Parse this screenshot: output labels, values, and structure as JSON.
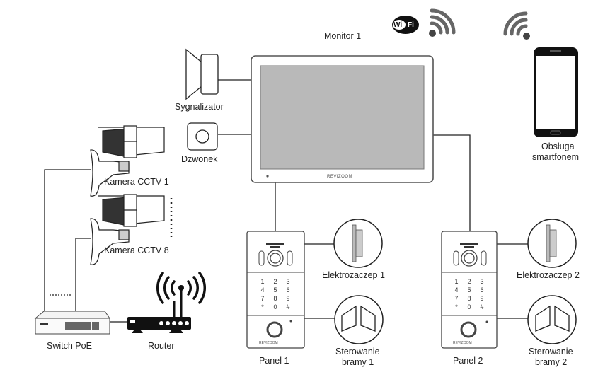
{
  "labels": {
    "monitor": "Monitor 1",
    "monitor_brand": "REVIZOOM",
    "sygnalizator": "Sygnalizator",
    "dzwonek": "Dzwonek",
    "camera1": "Kamera CCTV 1",
    "camera8": "Kamera CCTV 8",
    "switch": "Switch PoE",
    "router": "Router",
    "panel1": "Panel 1",
    "panel2": "Panel 2",
    "elektrozaczep1": "Elektrozaczep 1",
    "elektrozaczep2": "Elektrozaczep 2",
    "brama1_line1": "Sterowanie",
    "brama1_line2": "bramy 1",
    "brama2_line1": "Sterowanie",
    "brama2_line2": "bramy 2",
    "smartphone_line1": "Obsługa",
    "smartphone_line2": "smartfonem",
    "wifi_badge_left": "Wi",
    "wifi_badge_right": "Fi",
    "panel_brand": "REVIZOOM"
  },
  "keypad": [
    "1",
    "2",
    "3",
    "4",
    "5",
    "6",
    "7",
    "8",
    "9",
    "*",
    "0",
    "#"
  ],
  "colors": {
    "line": "#222222",
    "screen": "#b9b9b9",
    "wifi_gray": "#6b6b6b"
  }
}
